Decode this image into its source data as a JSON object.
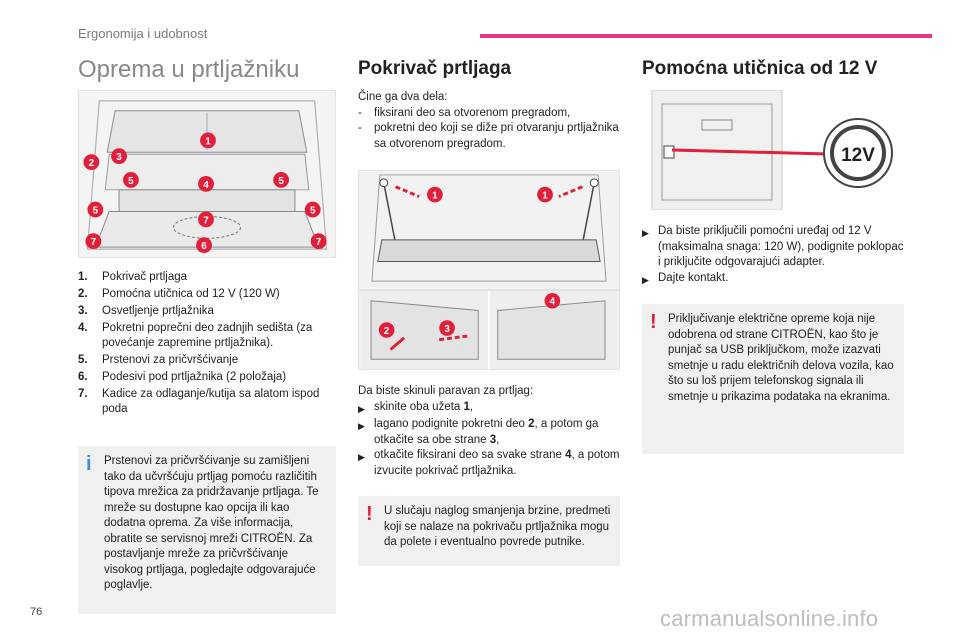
{
  "header": {
    "section": "Ergonomija i udobnost"
  },
  "page_number": "76",
  "watermark": "carmanualsonline.info",
  "col1": {
    "title": "Oprema u prtljažniku",
    "items": [
      {
        "num": "1.",
        "text": "Pokrivač prtljaga"
      },
      {
        "num": "2.",
        "text": "Pomoćna utičnica od 12 V (120 W)"
      },
      {
        "num": "3.",
        "text": "Osvetljenje prtljažnika"
      },
      {
        "num": "4.",
        "text": "Pokretni poprečni deo zadnjih sedišta (za povećanje zapremine prtljažnika)."
      },
      {
        "num": "5.",
        "text": "Prstenovi za pričvršćivanje"
      },
      {
        "num": "6.",
        "text": "Podesivi pod prtljažnika (2 položaja)"
      },
      {
        "num": "7.",
        "text": "Kadice za odlaganje/kutija sa alatom ispod poda"
      }
    ],
    "info_mark": "i",
    "info_text": "Prstenovi za pričvršćivanje su zamišljeni tako da učvršćuju prtljag pomoću različitih tipova mrežica za pridržavanje prtljaga. Te mreže su dostupne kao opcija ili kao dodatna oprema. Za više informacija, obratite se servisnoj mreži CITROËN. Za postavljanje mreže za pričvršćivanje visokog prtljaga, pogledajte odgovarajuće poglavlje.",
    "image_labels": [
      "1",
      "2",
      "3",
      "5",
      "4",
      "5",
      "5",
      "5",
      "7",
      "7",
      "6",
      "7"
    ]
  },
  "col2": {
    "title": "Pokrivač prtljaga",
    "intro": "Čine ga dva dela:",
    "dash_items": [
      "fiksirani deo sa otvorenom pregradom,",
      "pokretni deo koji se diže pri otvaranju prtljažnika sa otvorenom pregradom."
    ],
    "dash": "-",
    "remove_intro": "Da biste skinuli paravan za prtljag:",
    "steps": [
      {
        "pre": "skinite oba užeta ",
        "bold": "1",
        "post": ","
      },
      {
        "pre": "lagano podignite pokretni deo ",
        "bold": "2",
        "post": ", a potom ga otkačite sa obe strane ",
        "bold2": "3",
        "post2": ","
      },
      {
        "pre": "otkačite fiksirani deo sa svake strane ",
        "bold": "4",
        "post": ", a potom izvucite pokrivač prtljažnika."
      }
    ],
    "step_mark": "",
    "warn_mark": "!",
    "warn_text": "U slučaju naglog smanjenja brzine, predmeti koji se nalaze na pokrivaču prtljažnika mogu da polete i eventualno povrede putnike.",
    "image1_labels": [
      "1",
      "1"
    ],
    "image2_labels": [
      "4",
      "2",
      "3"
    ]
  },
  "col3": {
    "title": "Pomoćna utičnica od 12 V",
    "socket_label": "12V",
    "steps": [
      "Da biste priključili pomoćni uređaj od 12 V (maksimalna snaga: 120 W), podignite poklopac i priključite odgovarajući adapter.",
      "Dajte kontakt."
    ],
    "warn_mark": "!",
    "warn_text": "Priključivanje električne opreme koja nije odobrena od strane CITROËN, kao što je punjač sa USB priključkom, može izazvati smetnje u radu električnih delova vozila, kao što su loš prijem telefonskog signala ili smetnje u prikazima podataka na ekranima."
  },
  "colors": {
    "accent": "#e8368f",
    "badge": "#e21f3a",
    "info": "#3a8fd8",
    "warn": "#e21f3a",
    "box": "#f0f0f0"
  }
}
